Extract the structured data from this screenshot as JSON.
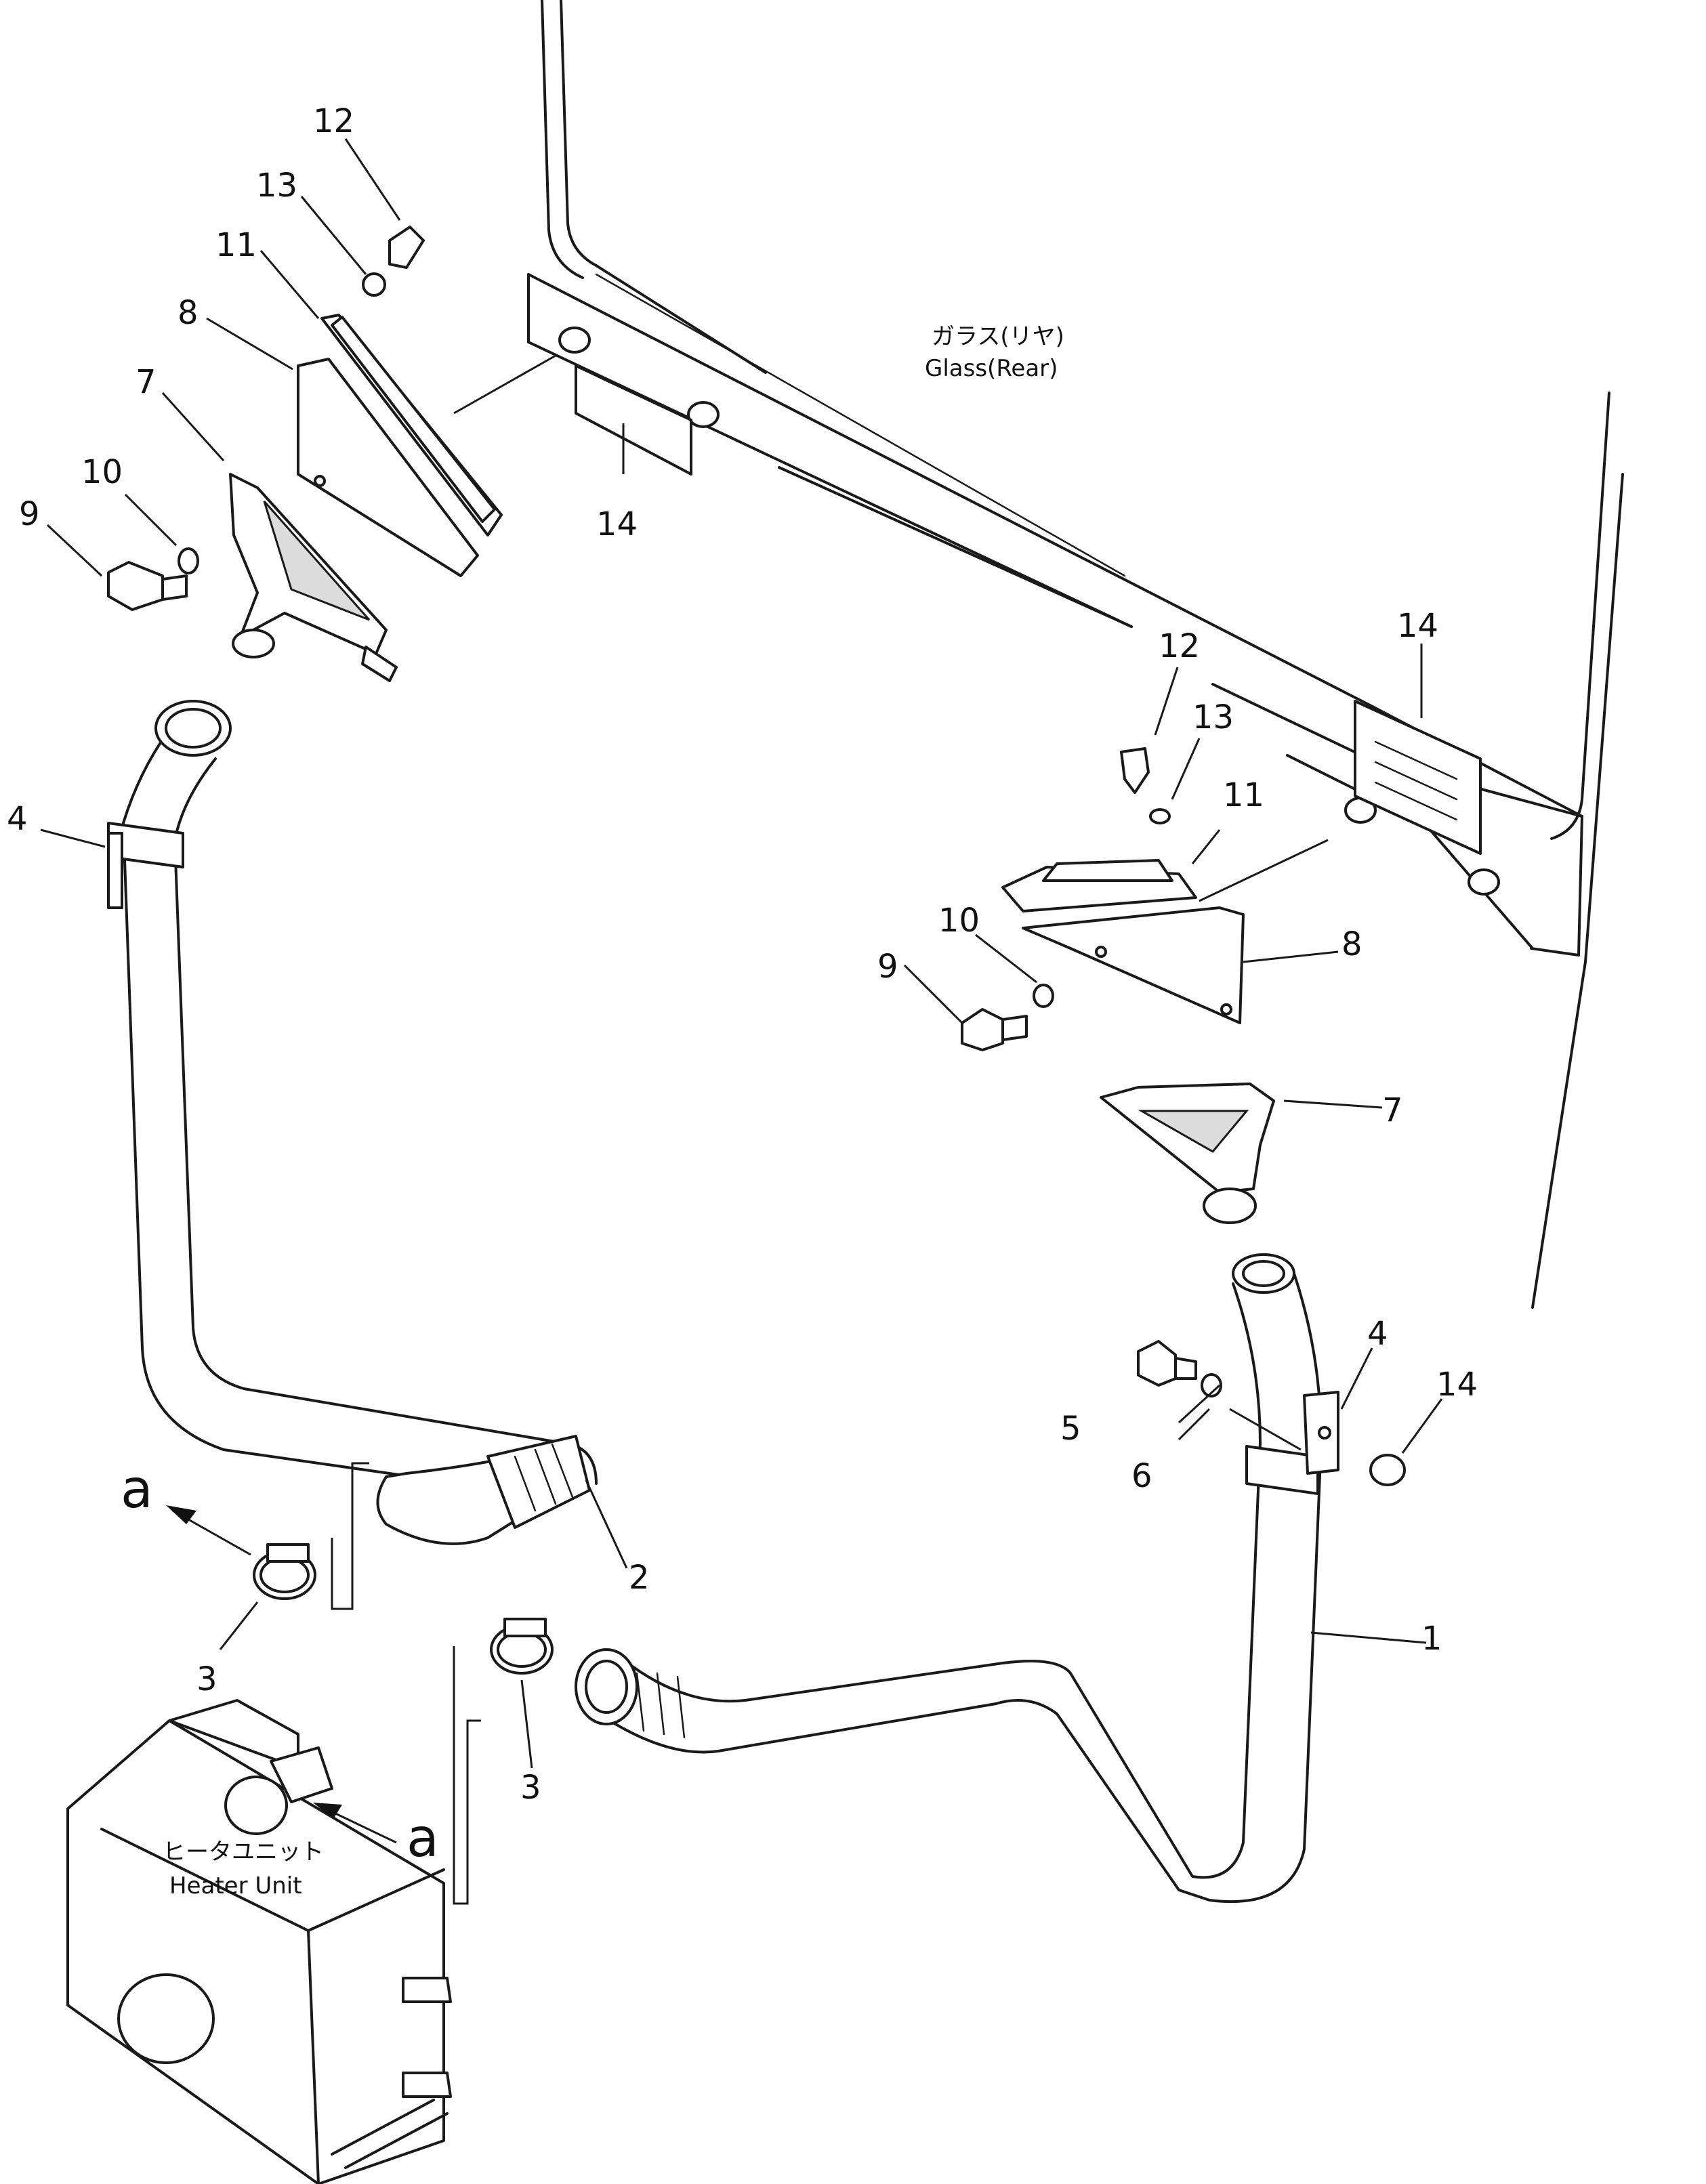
{
  "glass_label_jp": "ガラス(リヤ)",
  "glass_label_en": "Glass(Rear)",
  "heater_label_jp": "ヒータユニット",
  "heater_label_en": "Heater Unit",
  "view_letter": "a",
  "callouts": {
    "c1": "1",
    "c2": "2",
    "c3_left": "3",
    "c3_right": "3",
    "c4_left": "4",
    "c4_right": "4",
    "c5": "5",
    "c6": "6",
    "c7_left": "7",
    "c7_right": "7",
    "c8_left": "8",
    "c8_right": "8",
    "c9_left": "9",
    "c9_right": "9",
    "c10_left": "10",
    "c10_right": "10",
    "c11_left": "11",
    "c11_right": "11",
    "c12_left": "12",
    "c12_right": "12",
    "c13_left": "13",
    "c13_right": "13",
    "c14_left": "14",
    "c14_right_top": "14",
    "c14_right_bottom": "14"
  }
}
